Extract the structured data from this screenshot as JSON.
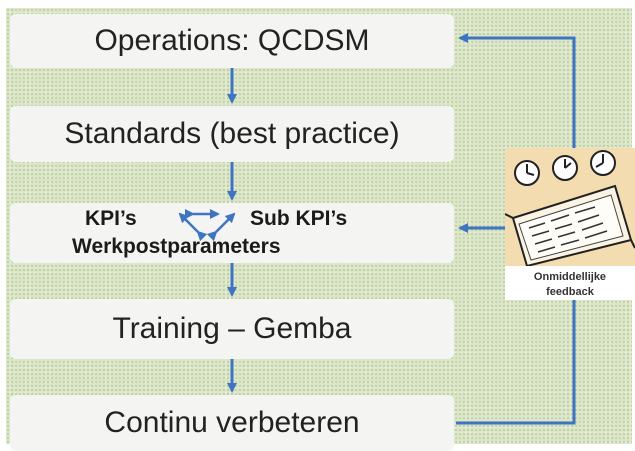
{
  "boxes": {
    "operations": "Operations: QCDSM",
    "standards": "Standards (best practice)",
    "training": "Training – Gemba",
    "continu": "Continu verbeteren"
  },
  "kpi": {
    "left": "KPI’s",
    "right": "Sub KPI’s",
    "bottom": "Werkpostparameters"
  },
  "feedback": {
    "label_line1": "Onmiddellijke",
    "label_line2": "feedback",
    "image": "clocks-and-production-board-illustration"
  },
  "colors": {
    "arrow": "#3f74c2",
    "background": "#dbe6c6",
    "box": "#f4f4f2"
  }
}
